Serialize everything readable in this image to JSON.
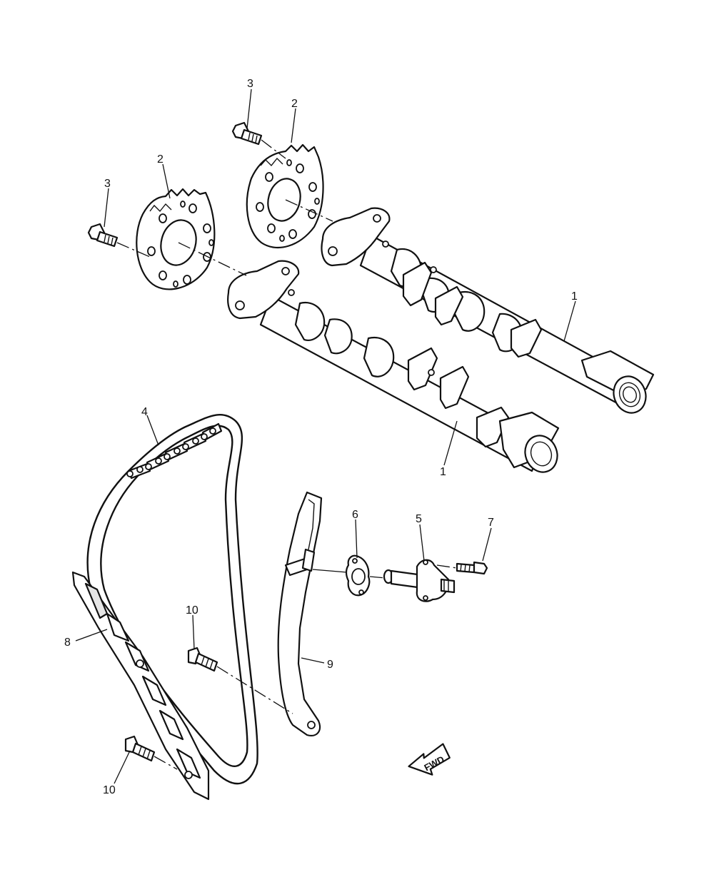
{
  "callouts": {
    "camshaft_front": "1",
    "camshaft_rear": "1",
    "sprocket_left": "2",
    "sprocket_right": "2",
    "bolt_left": "3",
    "bolt_right": "3",
    "timing_chain": "4",
    "tensioner": "5",
    "gasket": "6",
    "tensioner_bolt": "7",
    "guide_exhaust": "8",
    "guide_intake": "9",
    "guide_bolt_upper": "10",
    "guide_bolt_lower": "10"
  },
  "direction_badge": {
    "label": "FWD",
    "icon": "fwd-arrow-icon"
  }
}
